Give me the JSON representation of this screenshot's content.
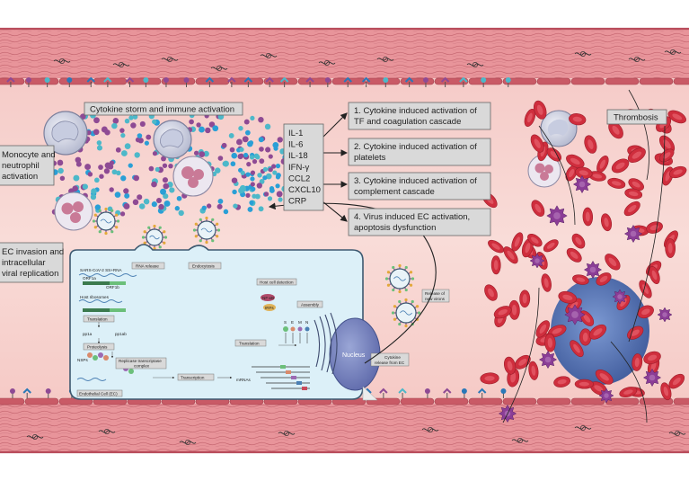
{
  "labels": {
    "cytokine_storm": "Cytokine storm and immune activation",
    "monocyte_line1": "Monocyte and",
    "monocyte_line2": "neutrophil",
    "monocyte_line3": "activation",
    "ec_line1": "EC invasion and",
    "ec_line2": "intracellular",
    "ec_line3": "viral replication",
    "thrombosis": "Thrombosis",
    "nucleus": "Nucleus",
    "endothelial_cell": "Endothelial Cell (EC)",
    "rna_release": "RNA release",
    "endocytosis": "Endocytosis",
    "host_cell_detection": "Host cell detection",
    "assembly": "Assembly",
    "release_line1": "Release of",
    "release_line2": "new virons",
    "cytokine_release_line1": "Cytokine",
    "cytokine_release_line2": "release from EC",
    "translation_1": "Translation",
    "translation_2": "Translation",
    "proteolysis": "Proteolysis",
    "transcription": "Transcription",
    "mrnas": "mRNAs",
    "replicase_line1": "Replicase transcriptase",
    "replicase_line2": "complex",
    "genome_label": "SARS-CoV-2 SS+RNA",
    "host_ribosomes": "Host ribosomes",
    "orf1a": "ORF1a",
    "orf1b": "ORF1b",
    "pp1a": "pp1a",
    "pp1ab": "pp1ab",
    "nsps": "NSPs",
    "nf_kb": "NF-κB",
    "irfs": "IRFs",
    "prot_s": "S",
    "prot_e": "E",
    "prot_m": "M",
    "prot_n": "N"
  },
  "cytokines": [
    "IL-1",
    "IL-6",
    "IL-18",
    "IFN-γ",
    "CCL2",
    "CXCL10",
    "CRP"
  ],
  "outcomes": [
    {
      "line1": "1. Cytokine induced activation of",
      "line2": "TF and coagulation cascade"
    },
    {
      "line1": "2. Cytokine induced activation of",
      "line2": "platelets"
    },
    {
      "line1": "3. Cytokine induced activation of",
      "line2": "complement cascade"
    },
    {
      "line1": "4. Virus induced EC activation,",
      "line2": "apoptosis dysfunction"
    }
  ],
  "colors": {
    "vessel_wall": "#e88f95",
    "lumen": "#f7d2cf",
    "rbc": "#cf2e3d",
    "platelet": "#8b3d96",
    "cell_interior": "#dcf0f8",
    "cytokine_purple": "#8e4a94",
    "cytokine_blue": "#2a9fd6",
    "cytokine_teal": "#4db8c9",
    "clot_blue": "#3f68b3"
  }
}
